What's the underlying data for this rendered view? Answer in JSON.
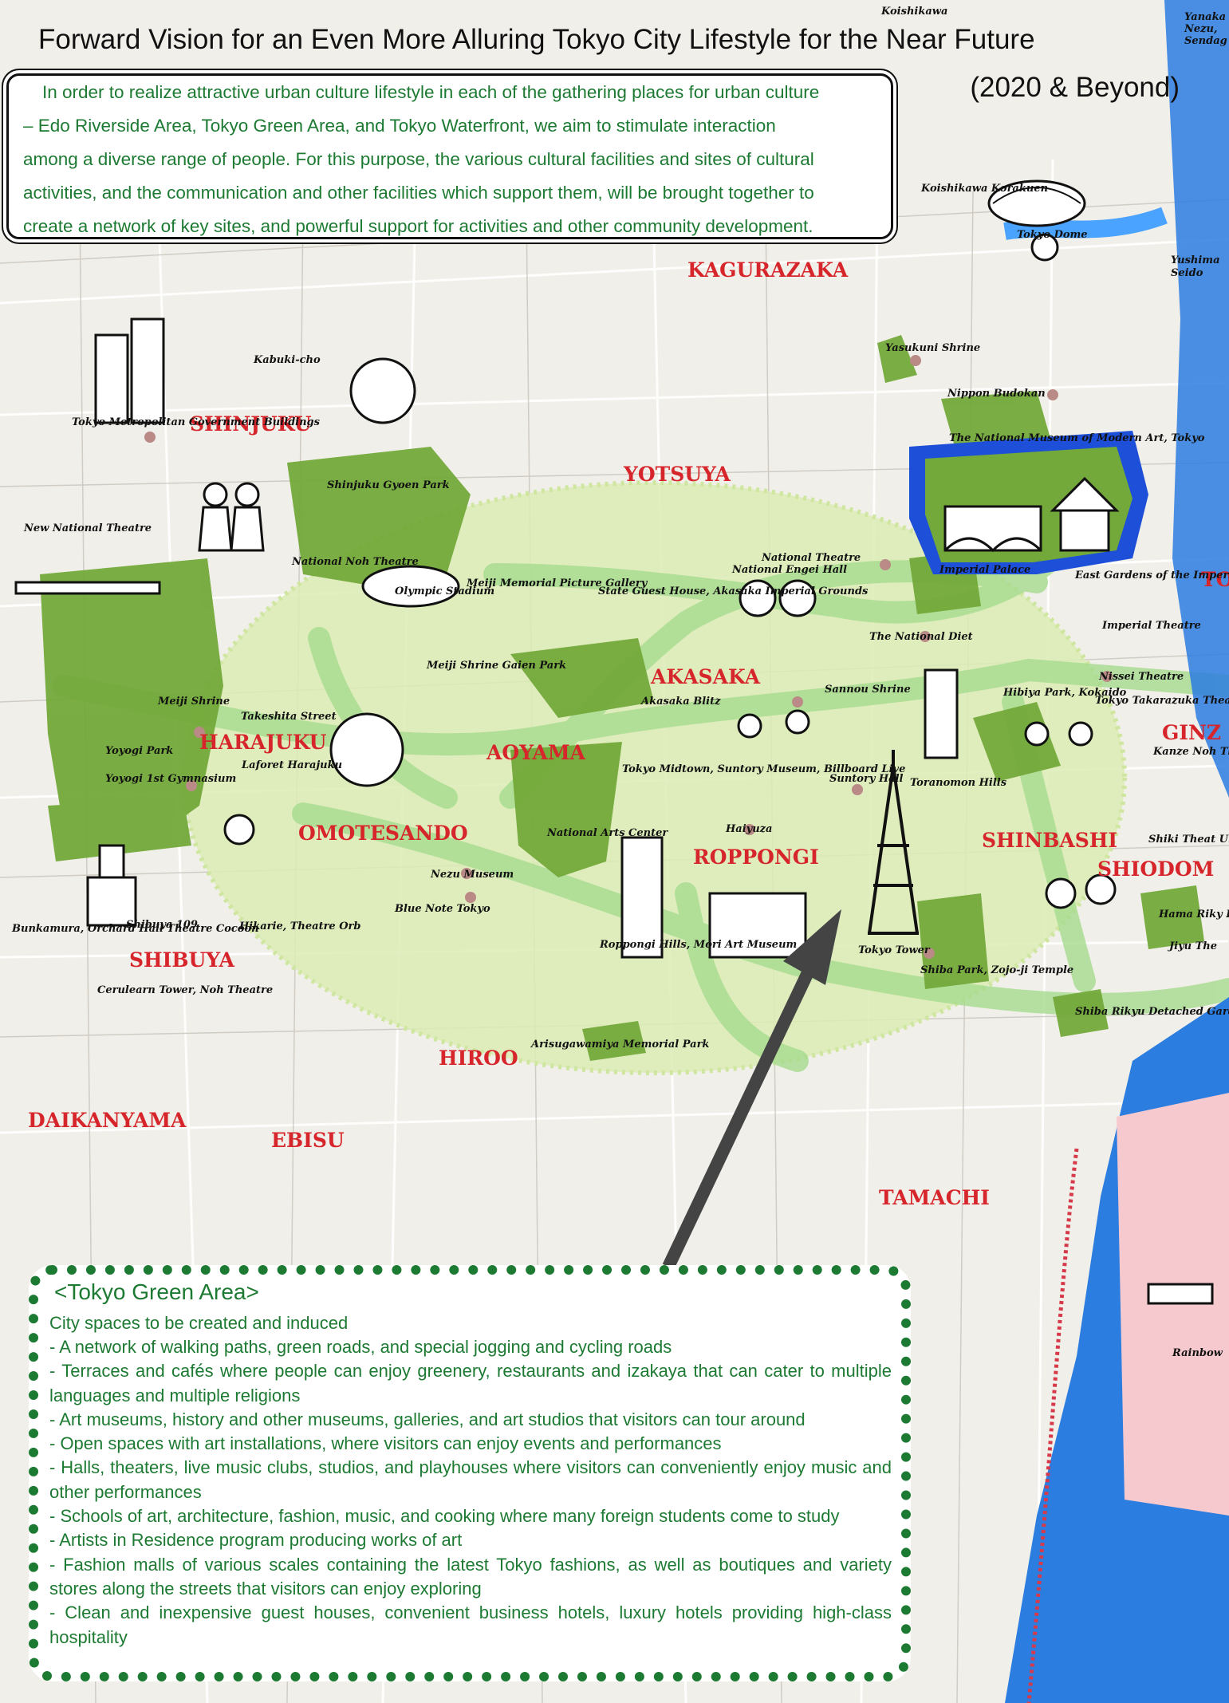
{
  "title": "Forward Vision for an Even More Alluring Tokyo City Lifestyle for the Near Future",
  "subtitle": "(2020 & Beyond)",
  "intro": {
    "lines": [
      "In order to realize attractive urban culture lifestyle in each of the gathering places for urban culture",
      "– Edo Riverside Area, Tokyo Green Area, and Tokyo Waterfront, we aim to stimulate interaction",
      "among a diverse range of people. For this purpose, the various cultural facilities and sites of cultural",
      "activities, and the communication and other facilities which support them, will be brought together to",
      "create a network of key sites, and powerful support for activities and other community development."
    ]
  },
  "districts": {
    "kagurazaka": "KAGURAZAKA",
    "shinjuku": "SHINJUKU",
    "yotsuya": "YOTSUYA",
    "akasaka": "AKASAKA",
    "harajuku": "HARAJUKU",
    "aoyama": "AOYAMA",
    "omotesando": "OMOTESANDO",
    "roppongi": "ROPPONGI",
    "shinbashi": "SHINBASHI",
    "shiodome": "SHIODOM",
    "ginza": "GINZ",
    "shibuya": "SHIBUYA",
    "hiroo": "HIROO",
    "daikanyama": "DAIKANYAMA",
    "ebisu": "EBISU",
    "tamachi": "TAMACHI",
    "to": "TO"
  },
  "places": {
    "koishikawa": "Koishikawa",
    "yanaka": "Yanaka",
    "nezu": "Nezu,",
    "sendagi": "Sendag",
    "koishikawa_korakuen": "Koishikawa Korakuen",
    "tokyo_dome": "Tokyo Dome",
    "yushima": "Yushima",
    "seido": "Seido",
    "yasukuni": "Yasukuni Shrine",
    "kabukicho": "Kabuki-cho",
    "nippon_budokan": "Nippon Budokan",
    "tmg": "Tokyo Metropolitan Government Buildings",
    "momat": "The National Museum of Modern Art, Tokyo",
    "gyoen": "Shinjuku Gyoen Park",
    "new_national_theatre": "New National Theatre",
    "noh_theatre": "National Noh Theatre",
    "national_theatre": "National Theatre",
    "engei_hall": "National Engei Hall",
    "imperial_palace": "Imperial Palace",
    "east_gardens": "East Gardens of the Imperial Palace",
    "state_guest_house": "State Guest House, Akasaka Imperial Grounds",
    "olympic_stadium": "Olympic Stadium",
    "picture_gallery": "Meiji Memorial Picture Gallery",
    "national_diet": "The National Diet",
    "imperial_theatre": "Imperial Theatre",
    "meiji_gaien": "Meiji Shrine Gaien Park",
    "nissei_theatre": "Nissei Theatre",
    "meiji_shrine": "Meiji Shrine",
    "akasaka_blitz": "Akasaka Blitz",
    "sannou": "Sannou Shrine",
    "hibiya": "Hibiya Park, Kokaido",
    "takarazuka": "Tokyo Takarazuka Theatre",
    "takeshita": "Takeshita Street",
    "yoyogi_park": "Yoyogi Park",
    "kanze": "Kanze Noh Theatr",
    "yoyogi_gym": "Yoyogi 1st Gymnasium",
    "laforet": "Laforet Harajuku",
    "midtown": "Tokyo Midtown, Suntory Museum, Billboard Live",
    "suntory_hall": "Suntory Hall",
    "toranomon": "Toranomon Hills",
    "haiyuza": "Haiyuza",
    "national_arts_center": "National Arts Center",
    "shiki_umi": "Shiki Theat Umi(Sea)",
    "nezu_museum": "Nezu Museum",
    "blue_note": "Blue Note Tokyo",
    "hama_rikyu": "Hama Riky Detached G",
    "bunkamura": "Bunkamura, Orchard Hall Theatre Cocoon",
    "shibuya109": "Shibuya 109",
    "hikarie": "Hikarie, Theatre Orb",
    "roppongi_hills": "Roppongi Hills, Mori Art Museum",
    "tokyo_tower": "Tokyo Tower",
    "jiyu": "Jiyu The",
    "shiba_park": "Shiba Park, Zojo-ji Temple",
    "cerulean": "Cerulearn Tower, Noh Theatre",
    "shiba_rikyu": "Shiba Rikyu Detached Garden",
    "arisugawa": "Arisugawamiya Memorial Park",
    "rainbow": "Rainbow"
  },
  "panel": {
    "title": "<Tokyo Green Area>",
    "subtitle": "City spaces to be created and induced",
    "items": [
      "- A network of walking paths, green roads, and special jogging and cycling roads",
      "- Terraces and cafés where people can enjoy greenery, restaurants and izakaya that can cater to multiple languages and multiple religions",
      "- Art museums, history and other museums, galleries, and art studios that visitors can tour around",
      "- Open spaces with art installations, where visitors can enjoy events and performances",
      "- Halls, theaters, live music clubs, studios, and playhouses where visitors can conveniently enjoy music and other performances",
      "- Schools of art, architecture, fashion, music, and cooking where many foreign students come to study",
      "- Artists in Residence program producing works of art",
      "- Fashion malls of various scales containing the latest Tokyo fashions, as well as boutiques and variety stores along the streets that visitors can enjoy exploring",
      "- Clean and inexpensive guest houses, convenient business hotels, luxury hotels providing high-class hospitality"
    ]
  },
  "colors": {
    "district": "#d6262b",
    "park": "#73a93a",
    "zone": "#dcecb5",
    "route": "#a7dc8f",
    "water": "#2b7de0",
    "moat": "#1d4fd8",
    "panel_text": "#1d7a32"
  }
}
